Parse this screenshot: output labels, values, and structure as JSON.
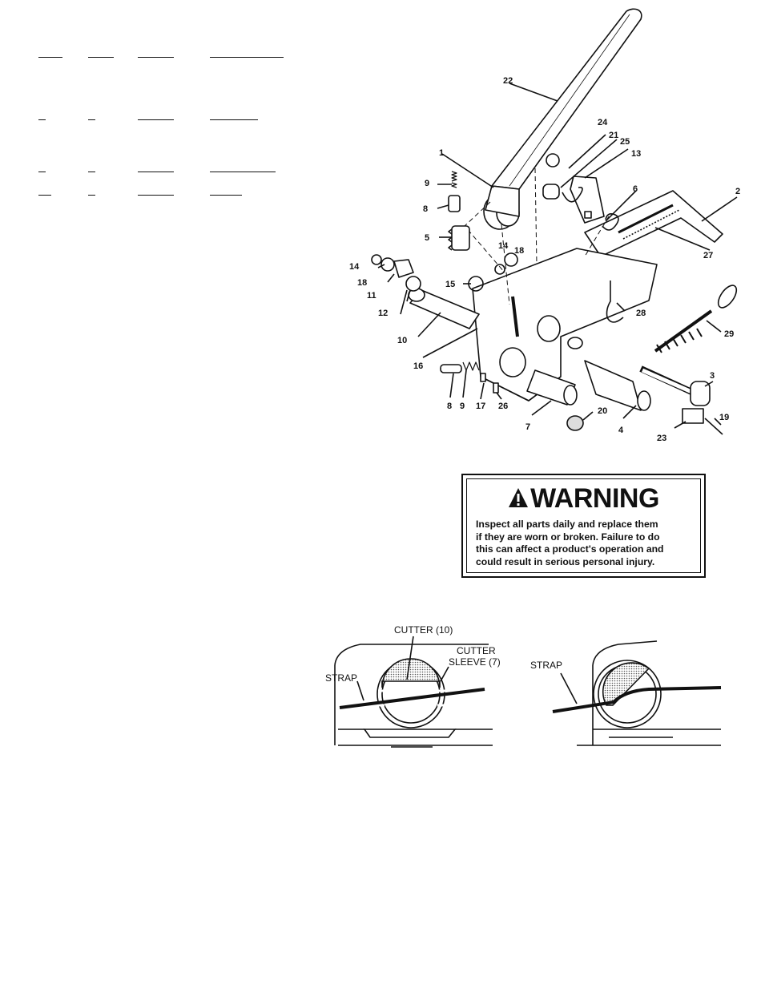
{
  "diagram": {
    "callouts": [
      "1",
      "2",
      "3",
      "4",
      "5",
      "6",
      "7",
      "8",
      "9",
      "10",
      "11",
      "12",
      "13",
      "14",
      "15",
      "16",
      "17",
      "18",
      "19",
      "20",
      "21",
      "22",
      "23",
      "24",
      "25",
      "26",
      "27",
      "28",
      "29"
    ]
  },
  "warning": {
    "title": "WARNING",
    "lines": [
      "Inspect all parts daily and replace them",
      "if they are worn or broken. Failure to do",
      "this can affect a product's operation and",
      "could result in serious personal injury."
    ]
  },
  "cutter_figure": {
    "cutter_label": "CUTTER (10)",
    "sleeve_label_1": "CUTTER",
    "sleeve_label_2": "SLEEVE (7)",
    "strap_label_left": "STRAP",
    "strap_label_right": "STRAP"
  }
}
